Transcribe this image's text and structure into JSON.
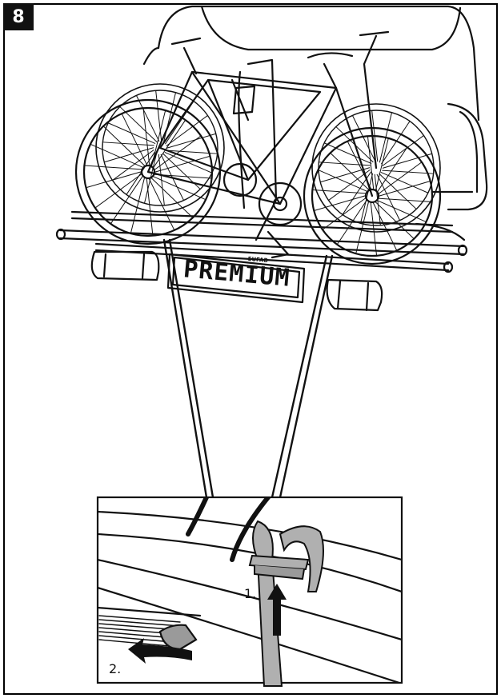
{
  "figure": {
    "step_number": "8",
    "plate_text": "PREMIUM",
    "plate_brand": "EUFAB",
    "callout_step_1": "1.",
    "callout_step_2": "2.",
    "colors": {
      "ink": "#111111",
      "strap_gray": "#b0b0b0",
      "paper": "#ffffff"
    },
    "icons": [
      "up-arrow-icon",
      "curved-arrow-icon"
    ]
  }
}
